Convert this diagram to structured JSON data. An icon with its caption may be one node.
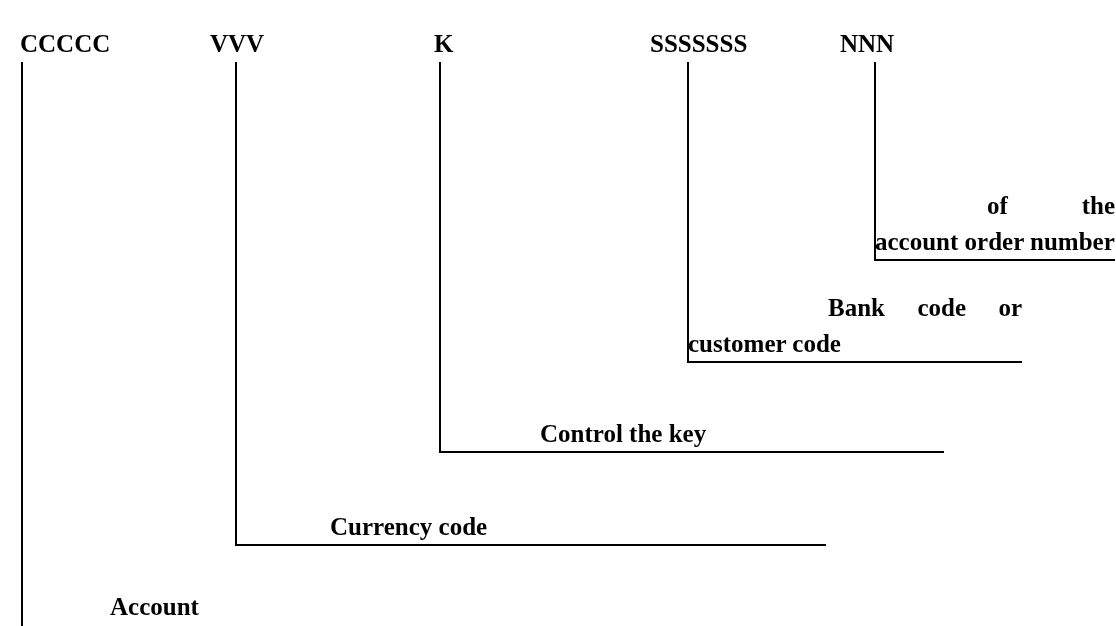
{
  "diagram": {
    "nodes": [
      {
        "text": [
          "CCCCC"
        ]
      },
      {
        "text": [
          "VVV"
        ]
      },
      {
        "text": [
          "K"
        ]
      },
      {
        "text": [
          "SSSSSSS"
        ]
      },
      {
        "text": [
          "NNN"
        ]
      },
      {
        "text": [
          "of the account order number"
        ]
      },
      {
        "text": [
          "Bank code or customer code"
        ]
      },
      {
        "text": [
          "Control the key"
        ]
      },
      {
        "text": [
          "Currency code"
        ]
      },
      {
        "text": [
          "Account"
        ]
      }
    ],
    "edges": [
      {
        "from": 4,
        "to": 5,
        "arrow": "none"
      },
      {
        "from": 3,
        "to": 6,
        "arrow": "none"
      },
      {
        "from": 2,
        "to": 7,
        "arrow": "none"
      },
      {
        "from": 1,
        "to": 8,
        "arrow": "none"
      },
      {
        "from": 0,
        "to": 9,
        "arrow": "none"
      }
    ]
  }
}
